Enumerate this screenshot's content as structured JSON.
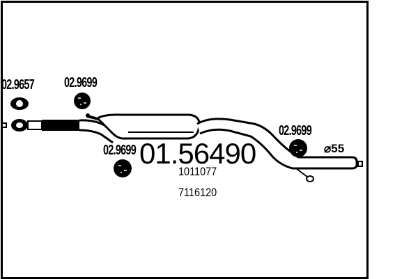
{
  "diagram": {
    "type": "exhaust-part-drawing",
    "main_part_number": "01.56490",
    "reference_numbers": [
      "1011077",
      "7116120"
    ],
    "diameter_label": "⌀55",
    "accessories": [
      {
        "id": "clamp-left",
        "label": "02.9657",
        "shape": "flange-gasket"
      },
      {
        "id": "hanger-top",
        "label": "02.9699",
        "shape": "rubber-hanger"
      },
      {
        "id": "hanger-mid",
        "label": "02.9699",
        "shape": "rubber-hanger"
      },
      {
        "id": "hanger-right",
        "label": "02.9699",
        "shape": "rubber-hanger"
      }
    ],
    "colors": {
      "ink": "#000000",
      "background": "#ffffff"
    }
  }
}
